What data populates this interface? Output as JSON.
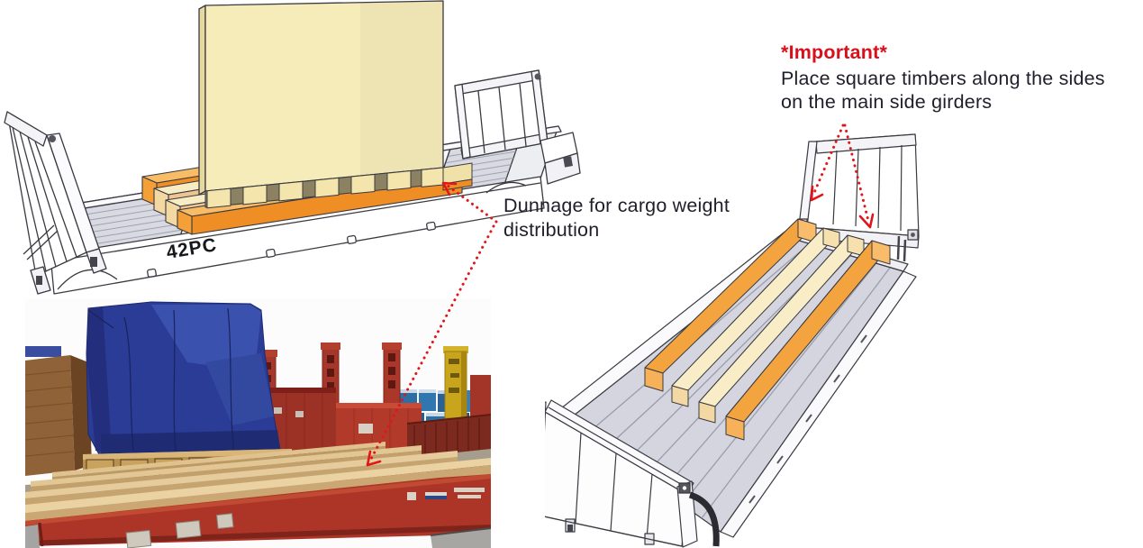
{
  "annotations": {
    "important": {
      "title": "*Important*",
      "body_line1": "Place square timbers along the sides",
      "body_line2": "on the main side girders",
      "title_color": "#d9101b",
      "body_color": "#211e2b"
    },
    "dunnage": {
      "line1": "Dunnage for cargo weight",
      "line2": "distribution",
      "color": "#211e2b"
    }
  },
  "diagram_top": {
    "container_label": "42PC"
  },
  "figures": {
    "top_left": "flat-rack-side-view-with-crate-on-dunnage",
    "bottom_left": "photo-flat-rack-with-timber-dunnage-and-blue-tarped-cargo",
    "right": "flat-rack-perspective-with-side-girder-timbers"
  },
  "palette": {
    "timber_orange": "#ee8e25",
    "timber_orange_top": "#f7bc65",
    "timber_tan": "#eec491",
    "timber_tan_top": "#f8ecc4",
    "crate_cream": "#f6ecb9",
    "deck_gray": "#d6d7df",
    "arrow_red": "#e21518",
    "tarp_blue": "#2b3c96",
    "flatrack_red": "#ac3527",
    "wood_light": "#ead2a2"
  }
}
